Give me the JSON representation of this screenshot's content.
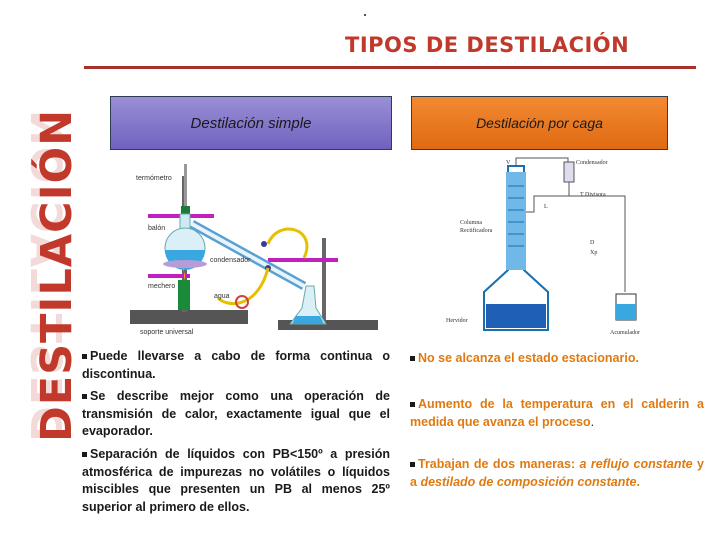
{
  "dot": ".",
  "title": "TIPOS DE DESTILACIÓN",
  "side_title": "DESTILACIÓN",
  "left": {
    "header": "Destilación simple",
    "labels": {
      "termometro": "termómetro",
      "balon": "balón",
      "condensador": "condensador",
      "mechero": "mechero",
      "agua": "agua",
      "soporte": "soporte universal"
    },
    "bullets": [
      "Puede llevarse a cabo de forma continua o discontinua.",
      "Se describe mejor como una operación de transmisión de calor, exactamente igual que el evaporador.",
      "Separación de líquidos con PB<150º a presión atmosférica de impurezas no volátiles o líquidos miscibles que presenten un PB al menos 25º superior al primero de ellos."
    ]
  },
  "right": {
    "header": "Destilación por caga",
    "labels": {
      "condensador": "Condensador",
      "divisora": "T  Divisora",
      "columna1": "Columna",
      "columna2": "Rectificadora",
      "hervidor": "Hervidor",
      "acumulador": "Acumulador",
      "v": "V",
      "l": "L",
      "d": "D",
      "xd": "Xp"
    },
    "bullet1": "No se alcanza el estado estacionario.",
    "bullet2_a": "Aumento de la temperatura en el calderin a medida que avanza el proceso",
    "bullet2_b": ".",
    "bullet3_a": "Trabajan de dos maneras: ",
    "bullet3_b": "a reflujo constante",
    "bullet3_c": " y a ",
    "bullet3_d": "destilado de composición constante",
    "bullet3_e": "."
  },
  "colors": {
    "title": "#c0392b",
    "left_header": "#8478cc",
    "right_header": "#eb7a20",
    "bullet_orange": "#e07a10"
  }
}
